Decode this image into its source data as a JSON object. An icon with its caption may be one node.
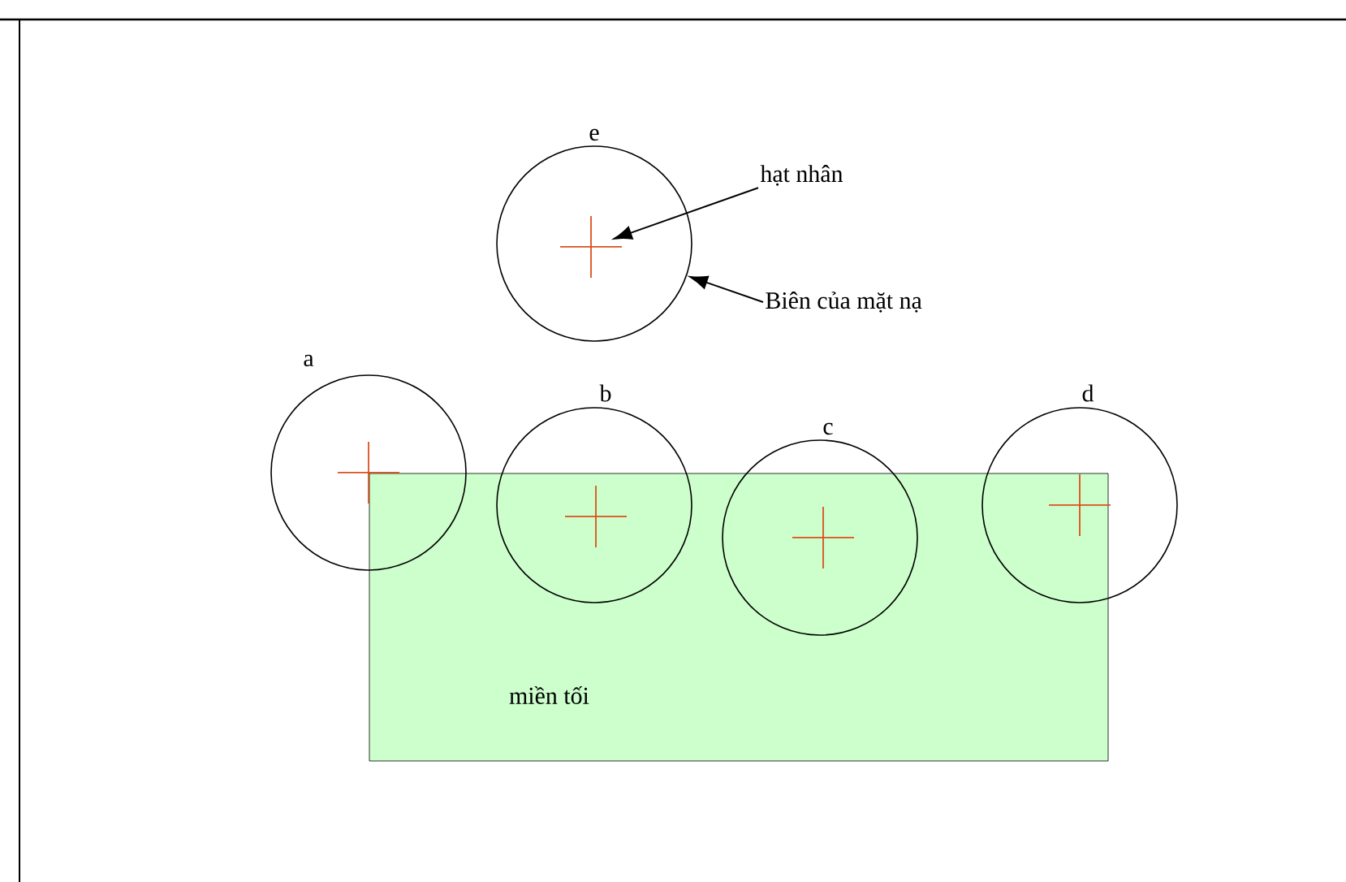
{
  "diagram": {
    "nodes": [
      {
        "text": [],
        "shape": "circle",
        "beside": [
          "e"
        ]
      },
      {
        "text": [],
        "shape": "cross",
        "in": 0
      },
      {
        "text": [
          "hạt nhân"
        ]
      },
      {
        "text": [
          "Biên của mặt nạ"
        ]
      },
      {
        "text": [],
        "shape": "circle",
        "beside": [
          "a"
        ]
      },
      {
        "text": [],
        "shape": "cross",
        "in": 4
      },
      {
        "text": [],
        "shape": "circle",
        "beside": [
          "b"
        ]
      },
      {
        "text": [],
        "shape": "cross"
      },
      {
        "text": [],
        "shape": "circle",
        "beside": [
          "c"
        ]
      },
      {
        "text": [],
        "shape": "cross",
        "in": 8
      },
      {
        "text": [],
        "shape": "circle",
        "beside": [
          "d"
        ]
      },
      {
        "text": [],
        "shape": "cross"
      },
      {
        "text": [
          "miền tối"
        ]
      }
    ],
    "edges": [
      {
        "from": 2,
        "to": 1,
        "arrow": "to"
      },
      {
        "from": 3,
        "to": 0,
        "arrow": "to"
      }
    ]
  }
}
